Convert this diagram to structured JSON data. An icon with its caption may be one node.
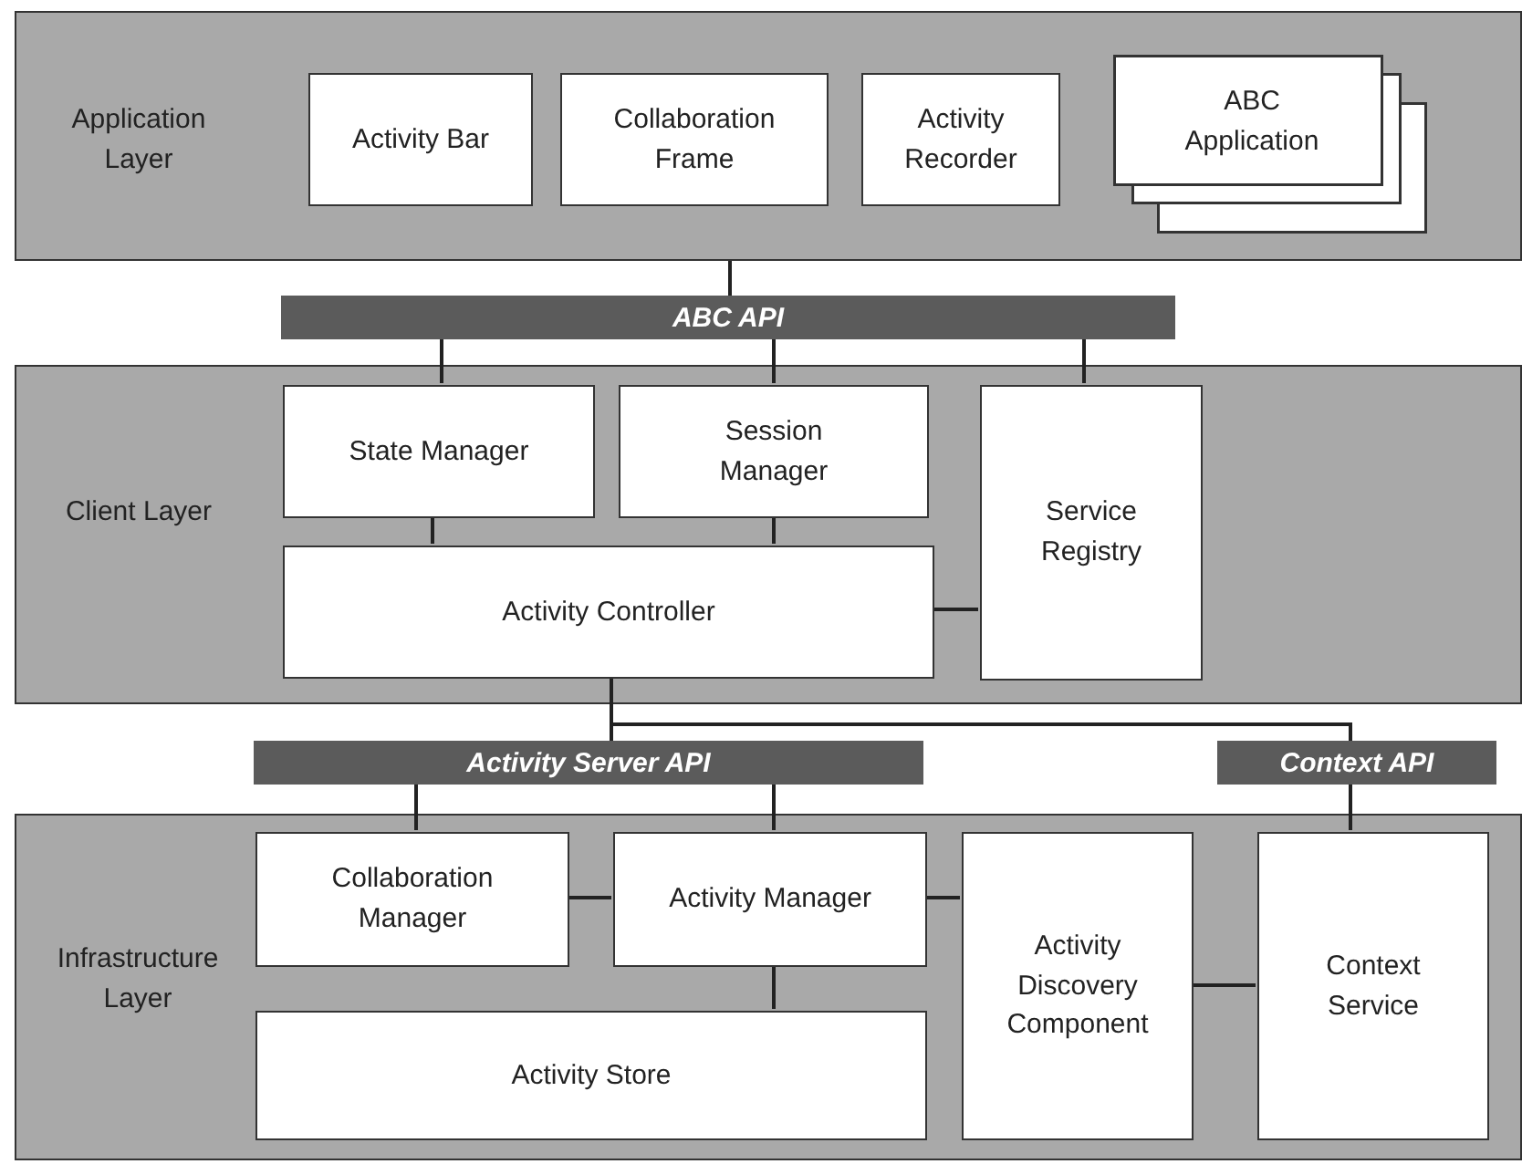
{
  "diagram": {
    "nodes": [
      {
        "text": [
          "Application Layer"
        ]
      },
      {
        "text": [
          "Activity Bar"
        ],
        "in": 0
      },
      {
        "text": [
          "Collaboration Frame"
        ],
        "in": 0
      },
      {
        "text": [
          "Activity Recorder"
        ],
        "in": 0
      },
      {
        "text": [
          "ABC Application"
        ],
        "in": 0
      },
      {
        "text": [
          "ABC API"
        ]
      },
      {
        "text": [
          "Client Layer"
        ]
      },
      {
        "text": [
          "State Manager"
        ],
        "in": 6
      },
      {
        "text": [
          "Session Manager"
        ],
        "in": 6
      },
      {
        "text": [
          "Service Registry"
        ],
        "in": 6
      },
      {
        "text": [
          "Activity Controller"
        ],
        "in": 6
      },
      {
        "text": [
          "Activity Server API"
        ]
      },
      {
        "text": [
          "Context API"
        ]
      },
      {
        "text": [
          "Infrastructure Layer"
        ]
      },
      {
        "text": [
          "Collaboration Manager"
        ],
        "in": 13
      },
      {
        "text": [
          "Activity Manager"
        ],
        "in": 13
      },
      {
        "text": [
          "Activity Discovery Component"
        ],
        "in": 13
      },
      {
        "text": [
          "Context Service"
        ],
        "in": 13
      },
      {
        "text": [
          "Activity Store"
        ],
        "in": 13
      }
    ],
    "edges": [
      {
        "from": 0,
        "to": 5,
        "arrow": "none"
      },
      {
        "from": 5,
        "to": 7,
        "arrow": "none"
      },
      {
        "from": 5,
        "to": 8,
        "arrow": "none"
      },
      {
        "from": 5,
        "to": 9,
        "arrow": "none"
      },
      {
        "from": 7,
        "to": 10,
        "arrow": "none"
      },
      {
        "from": 8,
        "to": 10,
        "arrow": "none"
      },
      {
        "from": 10,
        "to": 9,
        "arrow": "none"
      },
      {
        "from": 10,
        "to": 11,
        "arrow": "none"
      },
      {
        "from": 10,
        "to": 12,
        "arrow": "none"
      },
      {
        "from": 11,
        "to": 14,
        "arrow": "none"
      },
      {
        "from": 11,
        "to": 15,
        "arrow": "none"
      },
      {
        "from": 12,
        "to": 17,
        "arrow": "none"
      },
      {
        "from": 14,
        "to": 15,
        "arrow": "none"
      },
      {
        "from": 15,
        "to": 16,
        "arrow": "none"
      },
      {
        "from": 15,
        "to": 18,
        "arrow": "none"
      },
      {
        "from": 16,
        "to": 17,
        "arrow": "none"
      }
    ]
  }
}
